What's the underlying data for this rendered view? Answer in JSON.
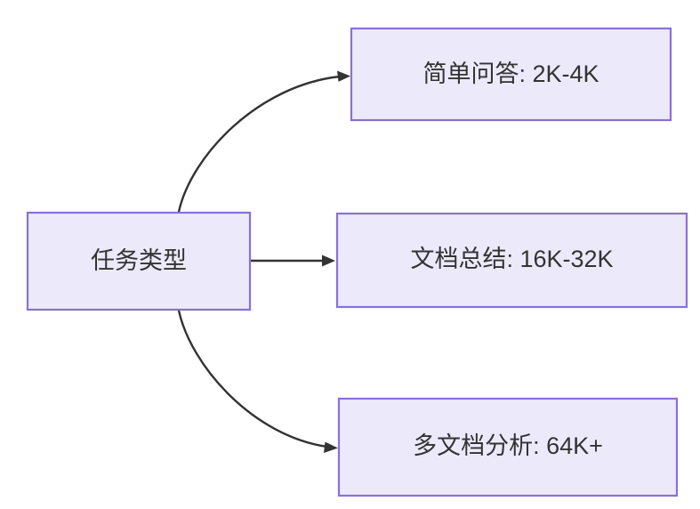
{
  "diagram": {
    "type": "flowchart",
    "direction": "left-to-right",
    "background_color": "#ffffff",
    "node_fill_color": "#ECEAFA",
    "node_border_color": "#8A70D6",
    "edge_color": "#333333",
    "text_color": "#333333",
    "source_node": {
      "id": "task-type",
      "label": "任务类型"
    },
    "target_nodes": [
      {
        "id": "simple-qa",
        "label": "简单问答: 2K-4K"
      },
      {
        "id": "doc-summary",
        "label": "文档总结: 16K-32K"
      },
      {
        "id": "multi-doc-analysis",
        "label": "多文档分析: 64K+"
      }
    ],
    "edges": [
      {
        "from": "task-type",
        "to": "simple-qa",
        "label": ""
      },
      {
        "from": "task-type",
        "to": "doc-summary",
        "label": ""
      },
      {
        "from": "task-type",
        "to": "multi-doc-analysis",
        "label": ""
      }
    ]
  }
}
